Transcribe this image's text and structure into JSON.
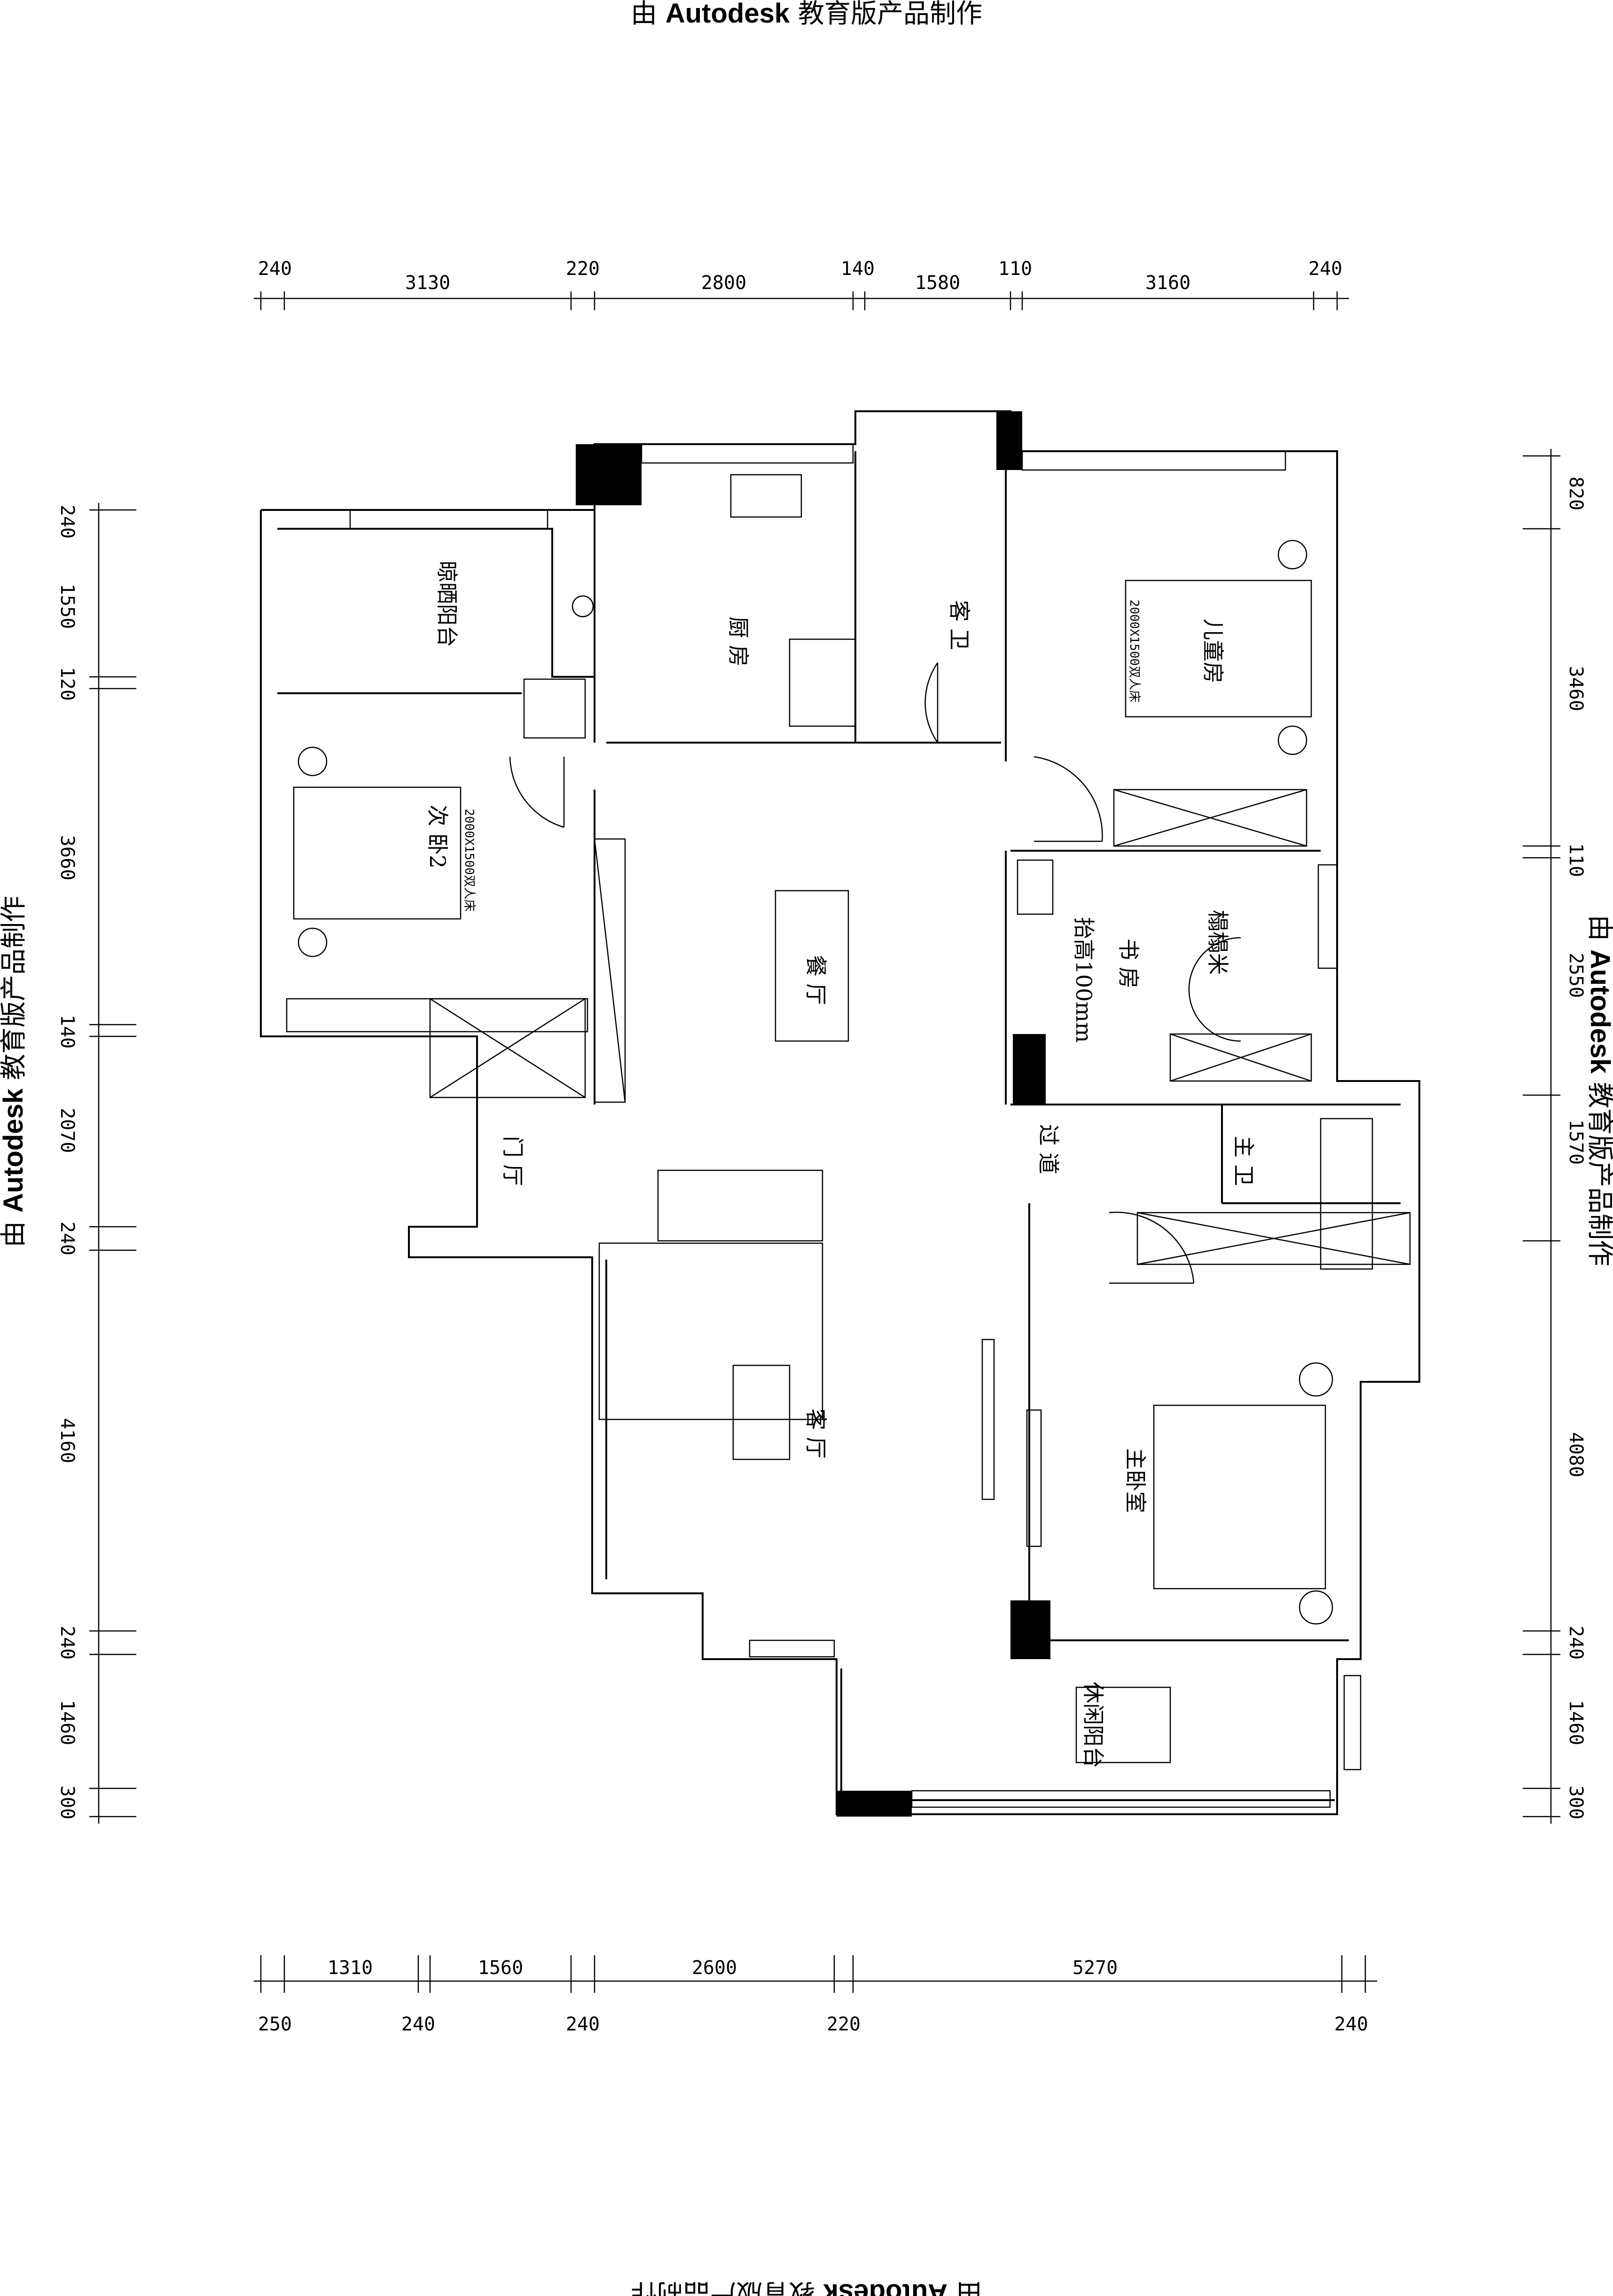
{
  "watermark": {
    "prefix": "由",
    "brand": "Autodesk",
    "suffix": "教育版产品制作"
  },
  "dimensions": {
    "top": [
      "240",
      "3130",
      "220",
      "2800",
      "140",
      "1580",
      "110",
      "3160",
      "240"
    ],
    "bottom_upper": [
      "1310",
      "1560",
      "2600",
      "5270"
    ],
    "bottom_lower": [
      "250",
      "240",
      "240",
      "220",
      "240"
    ],
    "left": [
      "240",
      "1550",
      "120",
      "3660",
      "140",
      "2070",
      "240",
      "4160",
      "240",
      "1460",
      "300"
    ],
    "right": [
      "820",
      "3460",
      "110",
      "2550",
      "1570",
      "4080",
      "240",
      "1460",
      "300"
    ]
  },
  "rooms": {
    "laundry_balcony": "晾晒阳台",
    "kitchen": "厨 房",
    "guest_bath": "客 卫",
    "kids_room": "儿童房",
    "bed_spec_1": "2000X1500双人床",
    "second_bedroom": "次 卧2",
    "bed_spec_2": "2000X1500双人床",
    "dining": "餐 厅",
    "study": "书 房",
    "study_note": "抬高100mm",
    "tatami": "榻榻米",
    "foyer": "门 厅",
    "corridor": "过 道",
    "master_bath": "主 卫",
    "living": "客 厅",
    "master_bedroom": "主卧室",
    "leisure_balcony": "休闲阳台"
  }
}
